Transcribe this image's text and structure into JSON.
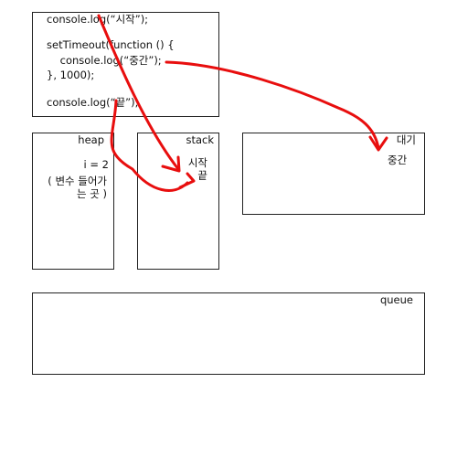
{
  "code": {
    "lines": [
      "console.log(“시작”);",
      "setTimeout(function () {",
      "    console.log(“중간”);",
      "}, 1000);",
      "console.log(“끝”);"
    ]
  },
  "heap": {
    "title": "heap",
    "var": "i = 2",
    "note_line1": "( 변수 들어가",
    "note_line2": "는 곳 )"
  },
  "stack": {
    "title": "stack",
    "items": [
      "시작",
      "끝"
    ]
  },
  "wait": {
    "title": "대기",
    "item": "중간"
  },
  "queue": {
    "title": "queue"
  },
  "colors": {
    "arrow": "#e80e0e",
    "border": "#222222"
  }
}
